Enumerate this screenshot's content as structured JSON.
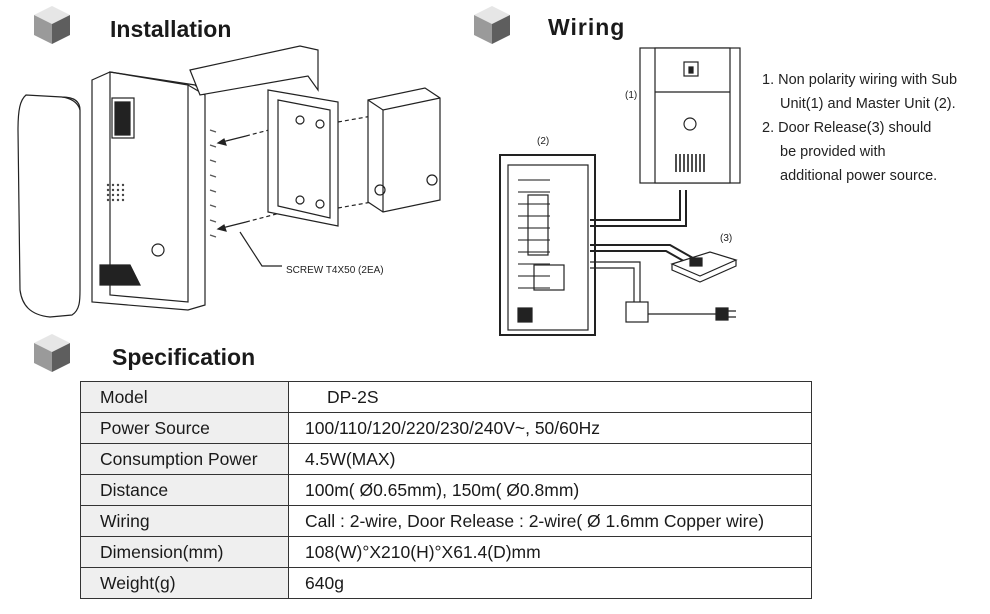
{
  "sections": {
    "installation_title": "Installation",
    "wiring_title": "Wiring",
    "specification_title": "Specification"
  },
  "installation": {
    "screw_label": "SCREW T4X50 (2EA)"
  },
  "wiring": {
    "labels": {
      "unit1": "(1)",
      "unit2": "(2)",
      "unit3": "(3)"
    },
    "notes": [
      {
        "first": "1. Non polarity wiring with Sub",
        "cont": "Unit(1) and Master Unit (2)."
      },
      {
        "first": "2. Door Release(3) should",
        "cont1": "be provided with",
        "cont2": "additional power source."
      }
    ]
  },
  "specification": {
    "rows": [
      {
        "label": "Model",
        "value": "DP-2S"
      },
      {
        "label": "Power Source",
        "value": "100/110/120/220/230/240V~, 50/60Hz"
      },
      {
        "label": "Consumption Power",
        "value": "4.5W(MAX)"
      },
      {
        "label": "Distance",
        "value": "100m( Ø0.65mm), 150m( Ø0.8mm)"
      },
      {
        "label": "Wiring",
        "value": "Call : 2-wire, Door Release : 2-wire( Ø 1.6mm Copper wire)"
      },
      {
        "label": "Dimension(mm)",
        "value": "108(W)°X210(H)°X61.4(D)mm"
      },
      {
        "label": "Weight(g)",
        "value": "640g"
      }
    ]
  },
  "icons": [
    "cube-icon"
  ],
  "colors": {
    "cube_top": "#e6e6e6",
    "cube_left": "#9a9a9a",
    "cube_right": "#5e5e5e",
    "table_label_bg": "#efefef"
  }
}
